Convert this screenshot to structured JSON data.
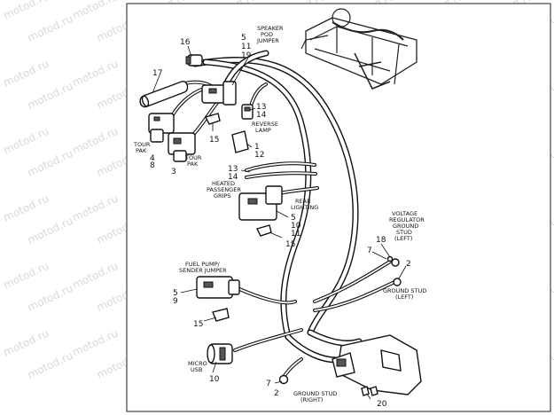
{
  "watermark": "motod.ru",
  "callouts": {
    "n16": "16",
    "n17": "17",
    "n5a": "5",
    "n11a": "11",
    "n19a": "19",
    "n13a": "13",
    "n14a": "14",
    "n15a": "15",
    "n1": "1",
    "n12": "12",
    "n4": "4",
    "n8": "8",
    "n3": "3",
    "n13b": "13",
    "n14b": "14",
    "n5b": "5",
    "n10b": "10",
    "n11b": "11",
    "n15b": "15",
    "n18": "18",
    "n7a": "7",
    "n2a": "2",
    "n5c": "5",
    "n9c": "9",
    "n15c": "15",
    "n10d": "10",
    "n7b": "7",
    "n2b": "2",
    "n20": "20"
  },
  "captions": {
    "speaker_pod_1": "SPEAKER",
    "speaker_pod_2": "POD",
    "speaker_pod_3": "JUMPER",
    "reverse_1": "REVERSE",
    "reverse_2": "LAMP",
    "tour_pak_a1": "TOUR",
    "tour_pak_a2": "PAK",
    "tour_pak_b1": "TOUR",
    "tour_pak_b2": "PAK",
    "heated_1": "HEATED",
    "heated_2": "PASSENGER",
    "heated_3": "GRIPS",
    "rear_1": "REAR",
    "rear_2": "LIGHTING",
    "vr_1": "VOLTAGE",
    "vr_2": "REGULATOR",
    "vr_3": "GROUND",
    "vr_4": "STUD",
    "vr_5": "(LEFT)",
    "fuel_1": "FUEL PUMP/",
    "fuel_2": "SENDER JUMPER",
    "gsl_1": "GROUND STUD",
    "gsl_2": "(LEFT)",
    "usb_1": "MICRO",
    "usb_2": "USB",
    "gsr_1": "GROUND STUD",
    "gsr_2": "(RIGHT)"
  }
}
